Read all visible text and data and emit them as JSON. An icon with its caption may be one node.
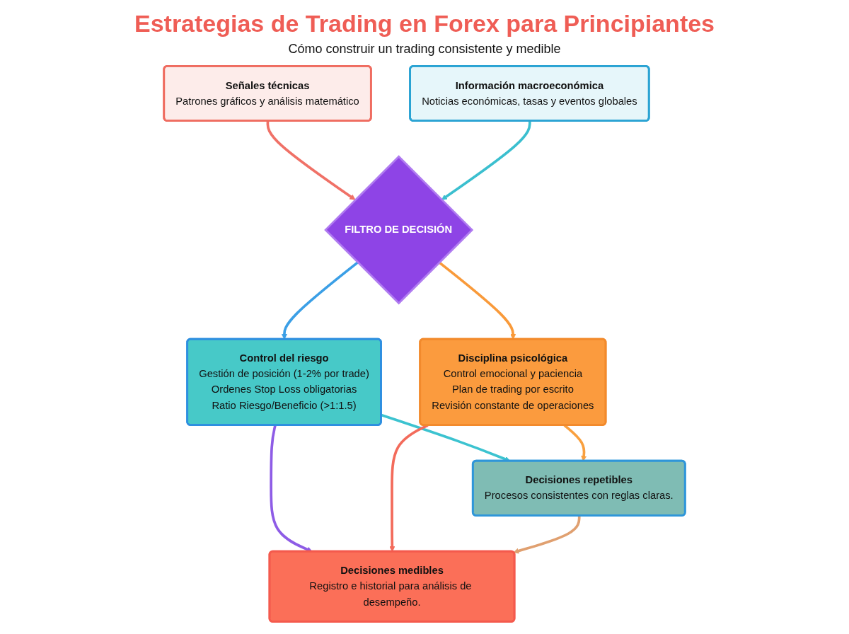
{
  "diagram": {
    "title": "Estrategias de Trading en Forex para Principiantes",
    "nodes": [
      {
        "text": [
          "Señales técnicas",
          "Patrones gráficos y análisis matemático"
        ]
      },
      {
        "text": [
          "Información macroeconómica",
          "Noticias económicas, tasas y eventos globales"
        ]
      },
      {
        "text": [
          "FILTRO DE DECISIÓN"
        ]
      },
      {
        "text": [
          "Control del riesgo",
          "Gestión de posición (1-2% por trade)",
          "Ordenes Stop Loss obligatorias",
          "Ratio Riesgo/Beneficio (>1:1.5)"
        ]
      },
      {
        "text": [
          "Disciplina psicológica",
          "Control emocional y paciencia",
          "Plan de trading por escrito",
          "Revisión constante de operaciones"
        ]
      },
      {
        "text": [
          "Decisiones repetibles",
          "Procesos consistentes con reglas claras."
        ]
      },
      {
        "text": [
          "Decisiones medibles",
          "Registro e historial para análisis de desempeño."
        ]
      }
    ],
    "edges": [
      {
        "from": 0,
        "to": 2,
        "arrow": "to",
        "color": "#f07167"
      },
      {
        "from": 1,
        "to": 2,
        "arrow": "to",
        "color": "#3bbfcf"
      },
      {
        "from": 2,
        "to": 3,
        "arrow": "to",
        "color": "#3b9fe6"
      },
      {
        "from": 2,
        "to": 4,
        "arrow": "to",
        "color": "#f99a3a"
      },
      {
        "from": 3,
        "to": 5,
        "arrow": "to",
        "color": "#3cc3d0"
      },
      {
        "from": 3,
        "to": 6,
        "arrow": "to",
        "color": "#8e5ce6"
      },
      {
        "from": 4,
        "to": 5,
        "arrow": "to",
        "color": "#f9a03f"
      },
      {
        "from": 4,
        "to": 6,
        "arrow": "to",
        "color": "#f36b5b"
      },
      {
        "from": 5,
        "to": 6,
        "arrow": "to",
        "color": "#e0a070"
      }
    ],
    "labels": [
      "Cómo construir un trading consistente y medible"
    ]
  }
}
